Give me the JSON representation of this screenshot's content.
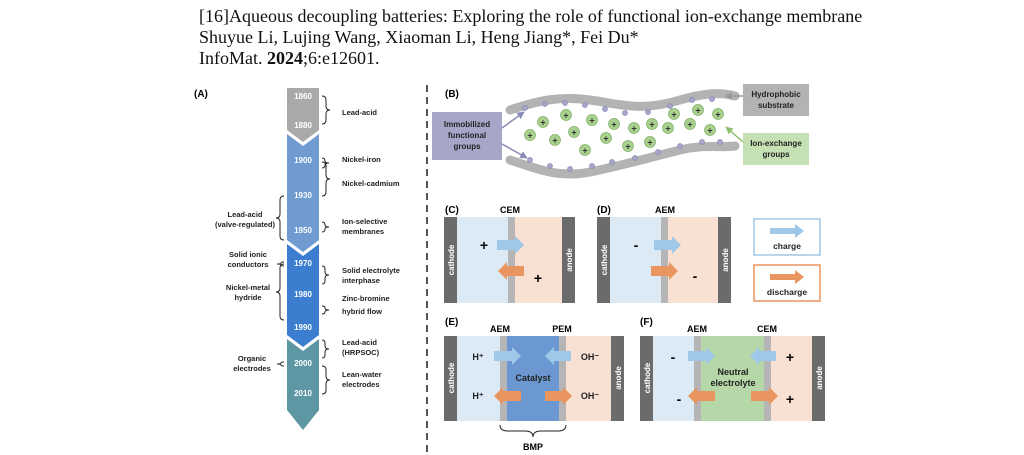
{
  "citation": {
    "line1": "[16]Aqueous decoupling batteries: Exploring the role of functional ion-exchange membrane",
    "line2": "Shuyue Li, Lujing Wang, Xiaoman Li, Heng Jiang*, Fei Du*",
    "journal": "InfoMat. ",
    "year": "2024",
    "rest": ";6:e12601."
  },
  "panelA": {
    "label": "(A)",
    "segments": [
      {
        "years": [
          "1860",
          "1880"
        ],
        "color": "#a9a9a9"
      },
      {
        "years": [
          "1900",
          "1930",
          "1950"
        ],
        "color": "#6f9bd1"
      },
      {
        "years": [
          "1970",
          "1980",
          "1990"
        ],
        "color": "#3b7ed0"
      },
      {
        "years": [
          "2000",
          "2010"
        ],
        "color": "#5c97a3"
      }
    ],
    "right_labels": [
      {
        "text": [
          "Lead-acid"
        ]
      },
      {
        "text": [
          "Nickel-iron"
        ]
      },
      {
        "text": [
          "Nickel-cadmium"
        ]
      },
      {
        "text": [
          "Ion-selective",
          "membranes"
        ]
      },
      {
        "text": [
          "Solid electrolyte",
          "interphase"
        ]
      },
      {
        "text": [
          "Zinc-bromine",
          "hybrid flow"
        ]
      },
      {
        "text": [
          "Lead-acid",
          "(HRPSOC)"
        ]
      },
      {
        "text": [
          "Lean-water",
          "electrodes"
        ]
      }
    ],
    "left_labels": [
      {
        "text": [
          "Lead-acid",
          "(valve-regulated)"
        ]
      },
      {
        "text": [
          "Solid ionic",
          "conductors"
        ]
      },
      {
        "text": [
          "Nickel-metal",
          "hydride"
        ]
      },
      {
        "text": [
          "Organic",
          "electrodes"
        ]
      }
    ]
  },
  "panelB": {
    "label": "(B)",
    "immobilized": [
      "Immobilized",
      "functional",
      "groups"
    ],
    "hydrophobic": [
      "Hydrophobic",
      "substrate"
    ],
    "ion_exchange": [
      "Ion-exchange",
      "groups"
    ],
    "plus": "+",
    "minus": "-"
  },
  "panelC": {
    "label": "(C)",
    "membrane": "CEM",
    "cathode": "cathode",
    "anode": "anode",
    "sign1": "+",
    "sign2": "+"
  },
  "panelD": {
    "label": "(D)",
    "membrane": "AEM",
    "cathode": "cathode",
    "anode": "anode",
    "sign1": "-",
    "sign2": "-"
  },
  "legend": {
    "charge": "charge",
    "discharge": "discharge"
  },
  "panelE": {
    "label": "(E)",
    "membrane1": "AEM",
    "membrane2": "PEM",
    "center": "Catalyst",
    "left1": "H⁺",
    "left2": "H⁺",
    "right1": "OH⁻",
    "right2": "OH⁻",
    "cathode": "cathode",
    "anode": "anode",
    "bracket": "BMP"
  },
  "panelF": {
    "label": "(F)",
    "membrane1": "AEM",
    "membrane2": "CEM",
    "center": [
      "Neutral",
      "electrolyte"
    ],
    "left1": "-",
    "left2": "-",
    "right1": "+",
    "right2": "+",
    "cathode": "cathode",
    "anode": "anode"
  },
  "colors": {
    "cathode_bg": "#dceaf5",
    "anode_bg": "#f8e0d3",
    "electrode": "#6b6b6b",
    "membrane": "#b5b5b5",
    "charge": "#9fc8e8",
    "discharge": "#e8955f",
    "catalyst": "#6b98d0",
    "neutral": "#b6d7a8",
    "ion_green": "#a9d18e",
    "purple_box": "#a6a6c8",
    "divider": "#555555"
  }
}
